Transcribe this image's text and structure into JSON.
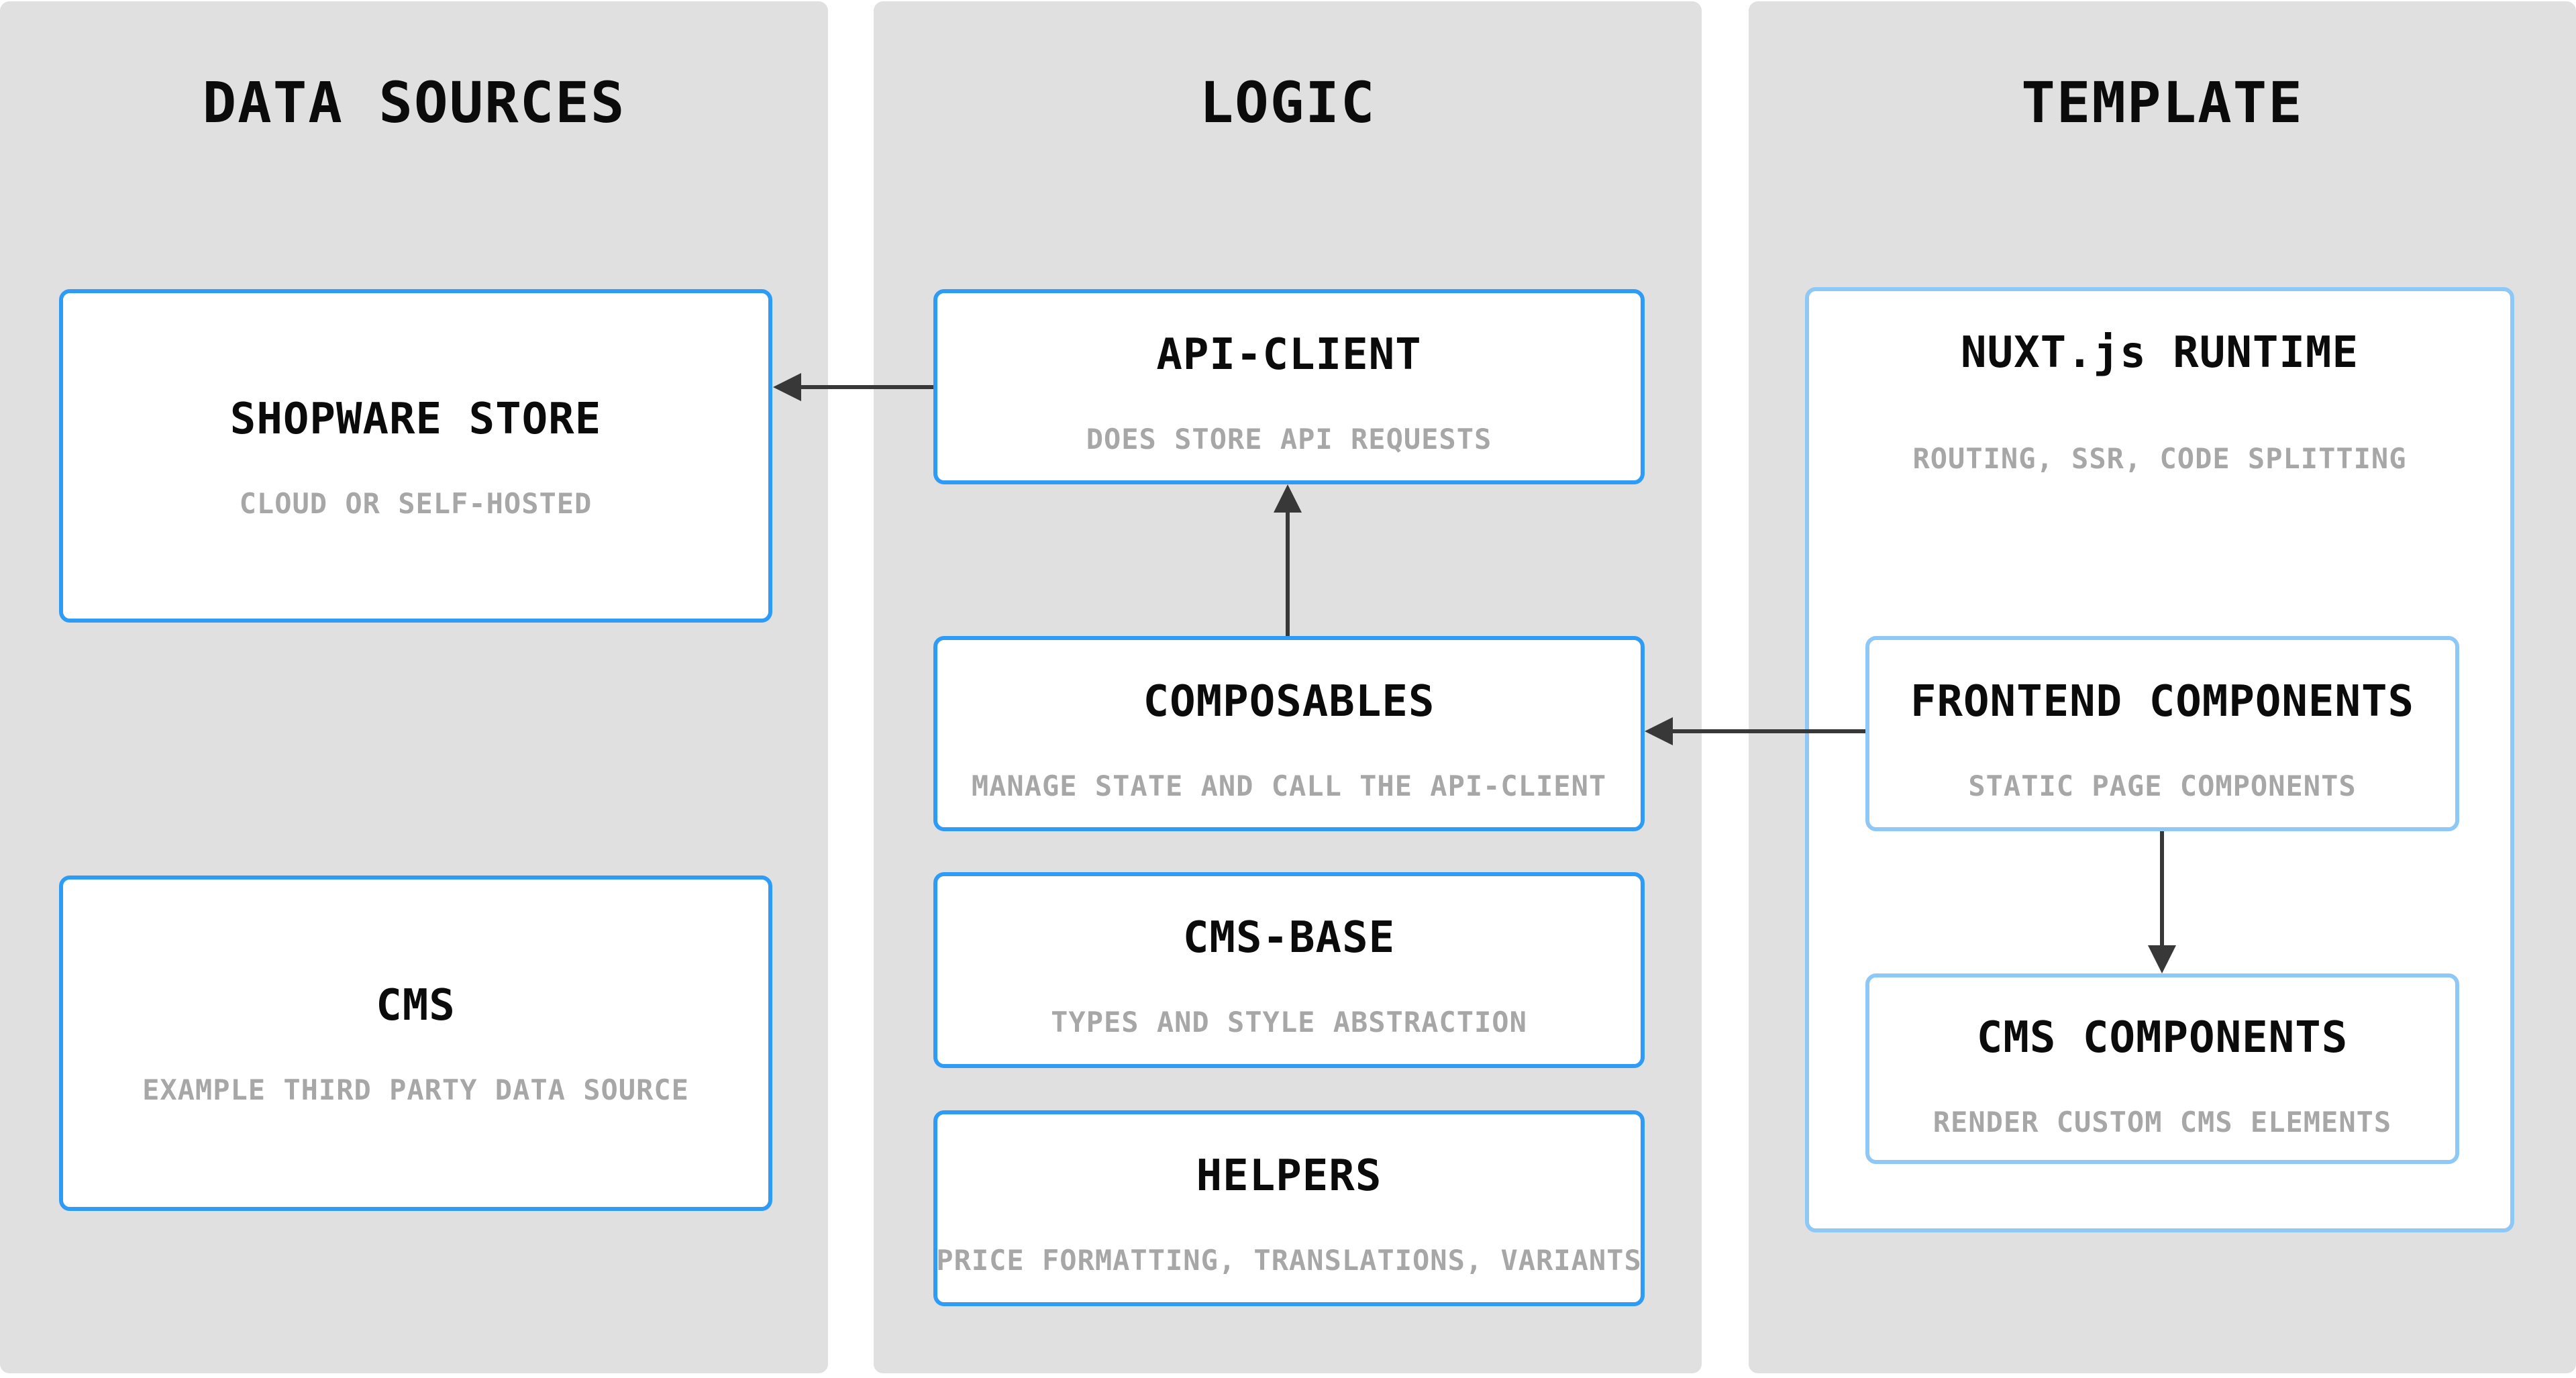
{
  "colors": {
    "accent_blue": "#2e9cf6",
    "light_blue": "#8dc8f7",
    "column_bg": "#e0e0e0",
    "page_bg": "#ffffff",
    "title_text": "#0b0b0b",
    "subtitle_text": "#a7a7a7",
    "arrow": "#383838"
  },
  "columns": [
    {
      "id": "data-sources",
      "title": "DATA SOURCES",
      "boxes": [
        {
          "title": "SHOPWARE STORE",
          "subtitle": "CLOUD OR SELF-HOSTED"
        },
        {
          "title": "CMS",
          "subtitle": "EXAMPLE THIRD PARTY DATA SOURCE"
        }
      ]
    },
    {
      "id": "logic",
      "title": "LOGIC",
      "boxes": [
        {
          "title": "API-CLIENT",
          "subtitle": "DOES STORE API REQUESTS"
        },
        {
          "title": "COMPOSABLES",
          "subtitle": "MANAGE STATE AND CALL THE API-CLIENT"
        },
        {
          "title": "CMS-BASE",
          "subtitle": "TYPES AND STYLE ABSTRACTION"
        },
        {
          "title": "HELPERS",
          "subtitle": "PRICE FORMATTING, TRANSLATIONS, VARIANTS"
        }
      ]
    },
    {
      "id": "template",
      "title": "TEMPLATE",
      "boxes": [
        {
          "title": "NUXT.js RUNTIME",
          "subtitle": "ROUTING, SSR, CODE SPLITTING",
          "children": [
            {
              "title": "FRONTEND COMPONENTS",
              "subtitle": "STATIC PAGE COMPONENTS"
            },
            {
              "title": "CMS COMPONENTS",
              "subtitle": "RENDER CUSTOM CMS ELEMENTS"
            }
          ]
        }
      ]
    }
  ],
  "arrows": [
    {
      "from": "API-CLIENT",
      "to": "SHOPWARE STORE",
      "direction": "left"
    },
    {
      "from": "COMPOSABLES",
      "to": "API-CLIENT",
      "direction": "up"
    },
    {
      "from": "FRONTEND COMPONENTS",
      "to": "COMPOSABLES",
      "direction": "left"
    },
    {
      "from": "FRONTEND COMPONENTS",
      "to": "CMS COMPONENTS",
      "direction": "down"
    }
  ]
}
